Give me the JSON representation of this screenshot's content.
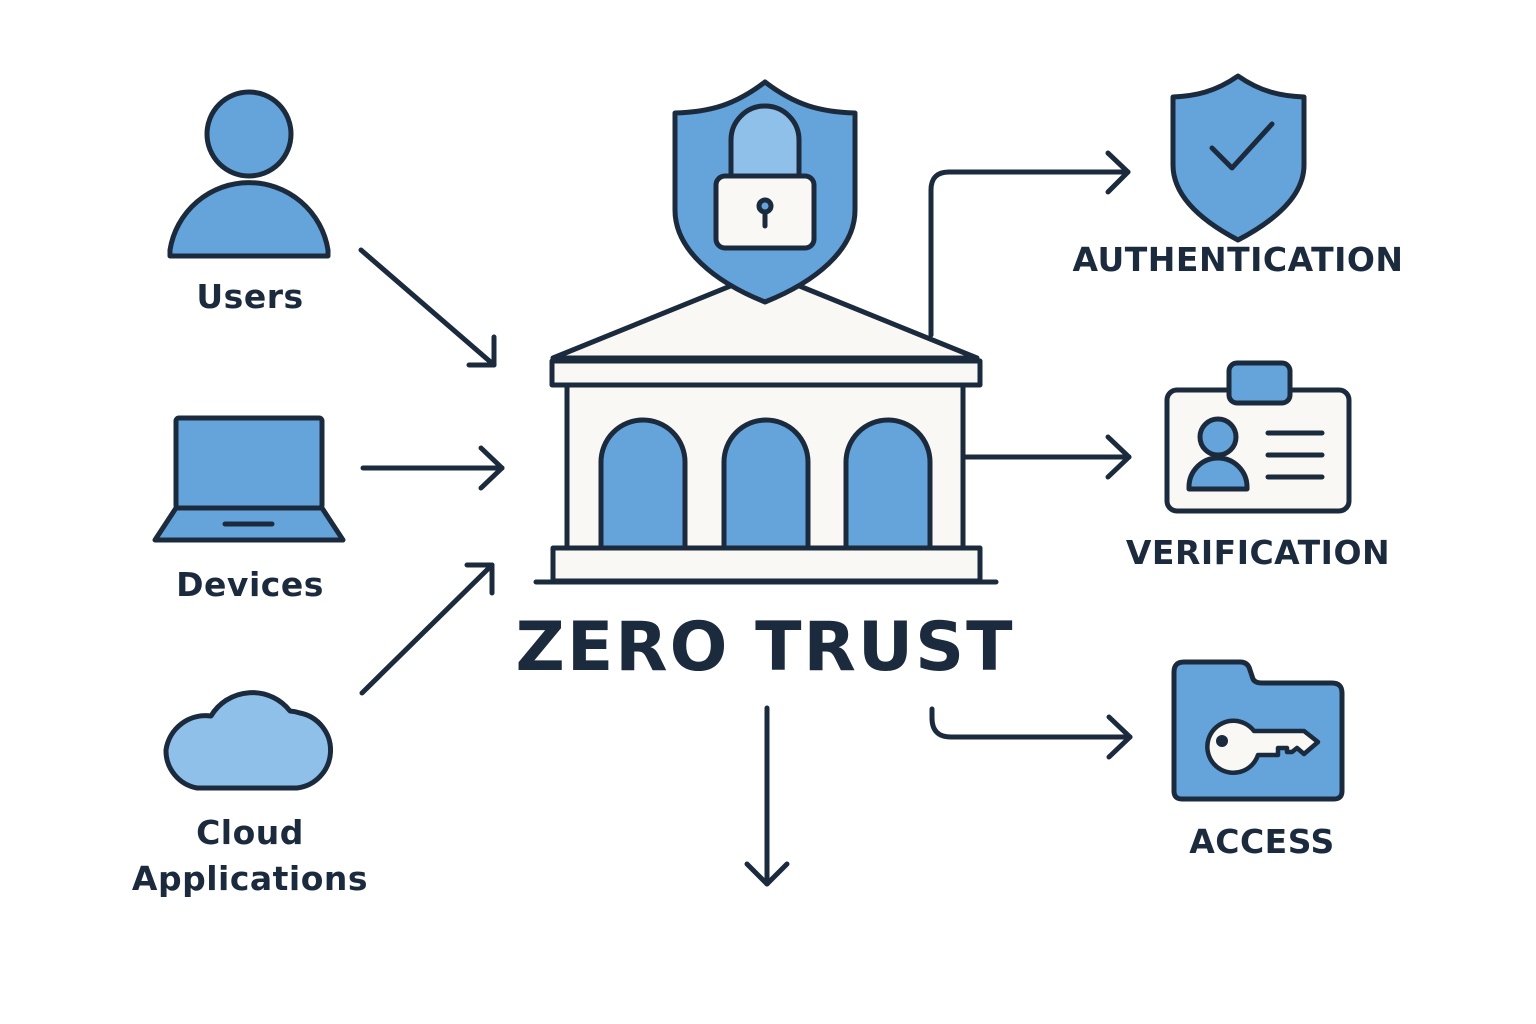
{
  "title": "ZERO TRUST",
  "colors": {
    "stroke": "#1b2b3d",
    "fill_primary": "#64a4da",
    "fill_light": "#8fc0ea",
    "fill_cream": "#faf8f4",
    "background": "#ffffff"
  },
  "inputs": [
    {
      "label": "Users",
      "icon": "user-icon"
    },
    {
      "label": "Devices",
      "icon": "laptop-icon"
    },
    {
      "label": "Cloud Applications",
      "label_lines": [
        "Cloud",
        "Applications"
      ],
      "icon": "cloud-icon"
    }
  ],
  "center": {
    "label": "ZERO TRUST",
    "icon": "bank-building-icon",
    "badge_icon": "shield-lock-icon"
  },
  "outputs": [
    {
      "label": "AUTHENTICATION",
      "icon": "shield-check-icon"
    },
    {
      "label": "VERIFICATION",
      "icon": "id-badge-icon"
    },
    {
      "label": "ACCESS",
      "icon": "folder-key-icon"
    }
  ]
}
